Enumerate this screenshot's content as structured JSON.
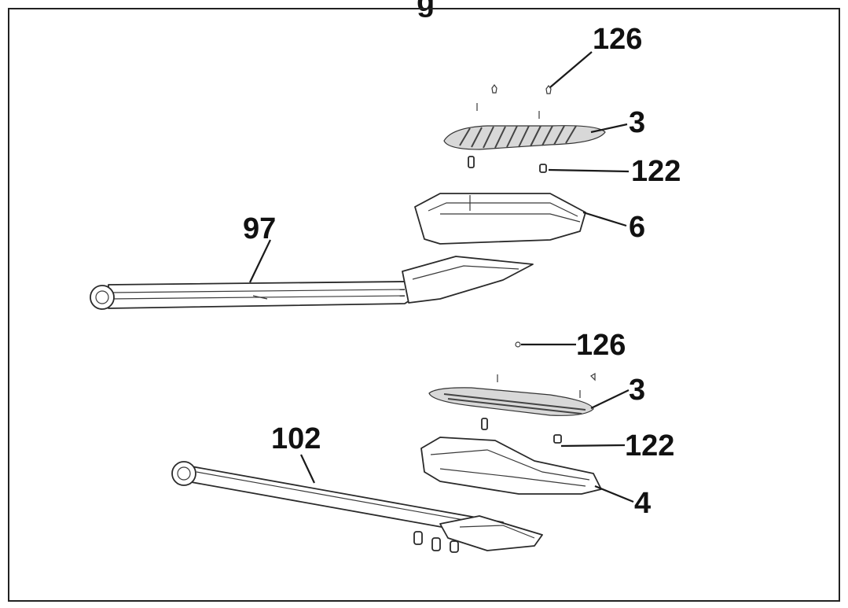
{
  "heading_fragment": "g",
  "callouts": [
    {
      "id": "top-screw",
      "label": "126"
    },
    {
      "id": "top-pad",
      "label": "3"
    },
    {
      "id": "top-nut",
      "label": "122"
    },
    {
      "id": "top-pedal",
      "label": "6"
    },
    {
      "id": "upper-arm",
      "label": "97"
    },
    {
      "id": "bottom-screw",
      "label": "126"
    },
    {
      "id": "bottom-pad",
      "label": "3"
    },
    {
      "id": "bottom-nut",
      "label": "122"
    },
    {
      "id": "bottom-pedal",
      "label": "4"
    },
    {
      "id": "lower-arm",
      "label": "102"
    }
  ]
}
